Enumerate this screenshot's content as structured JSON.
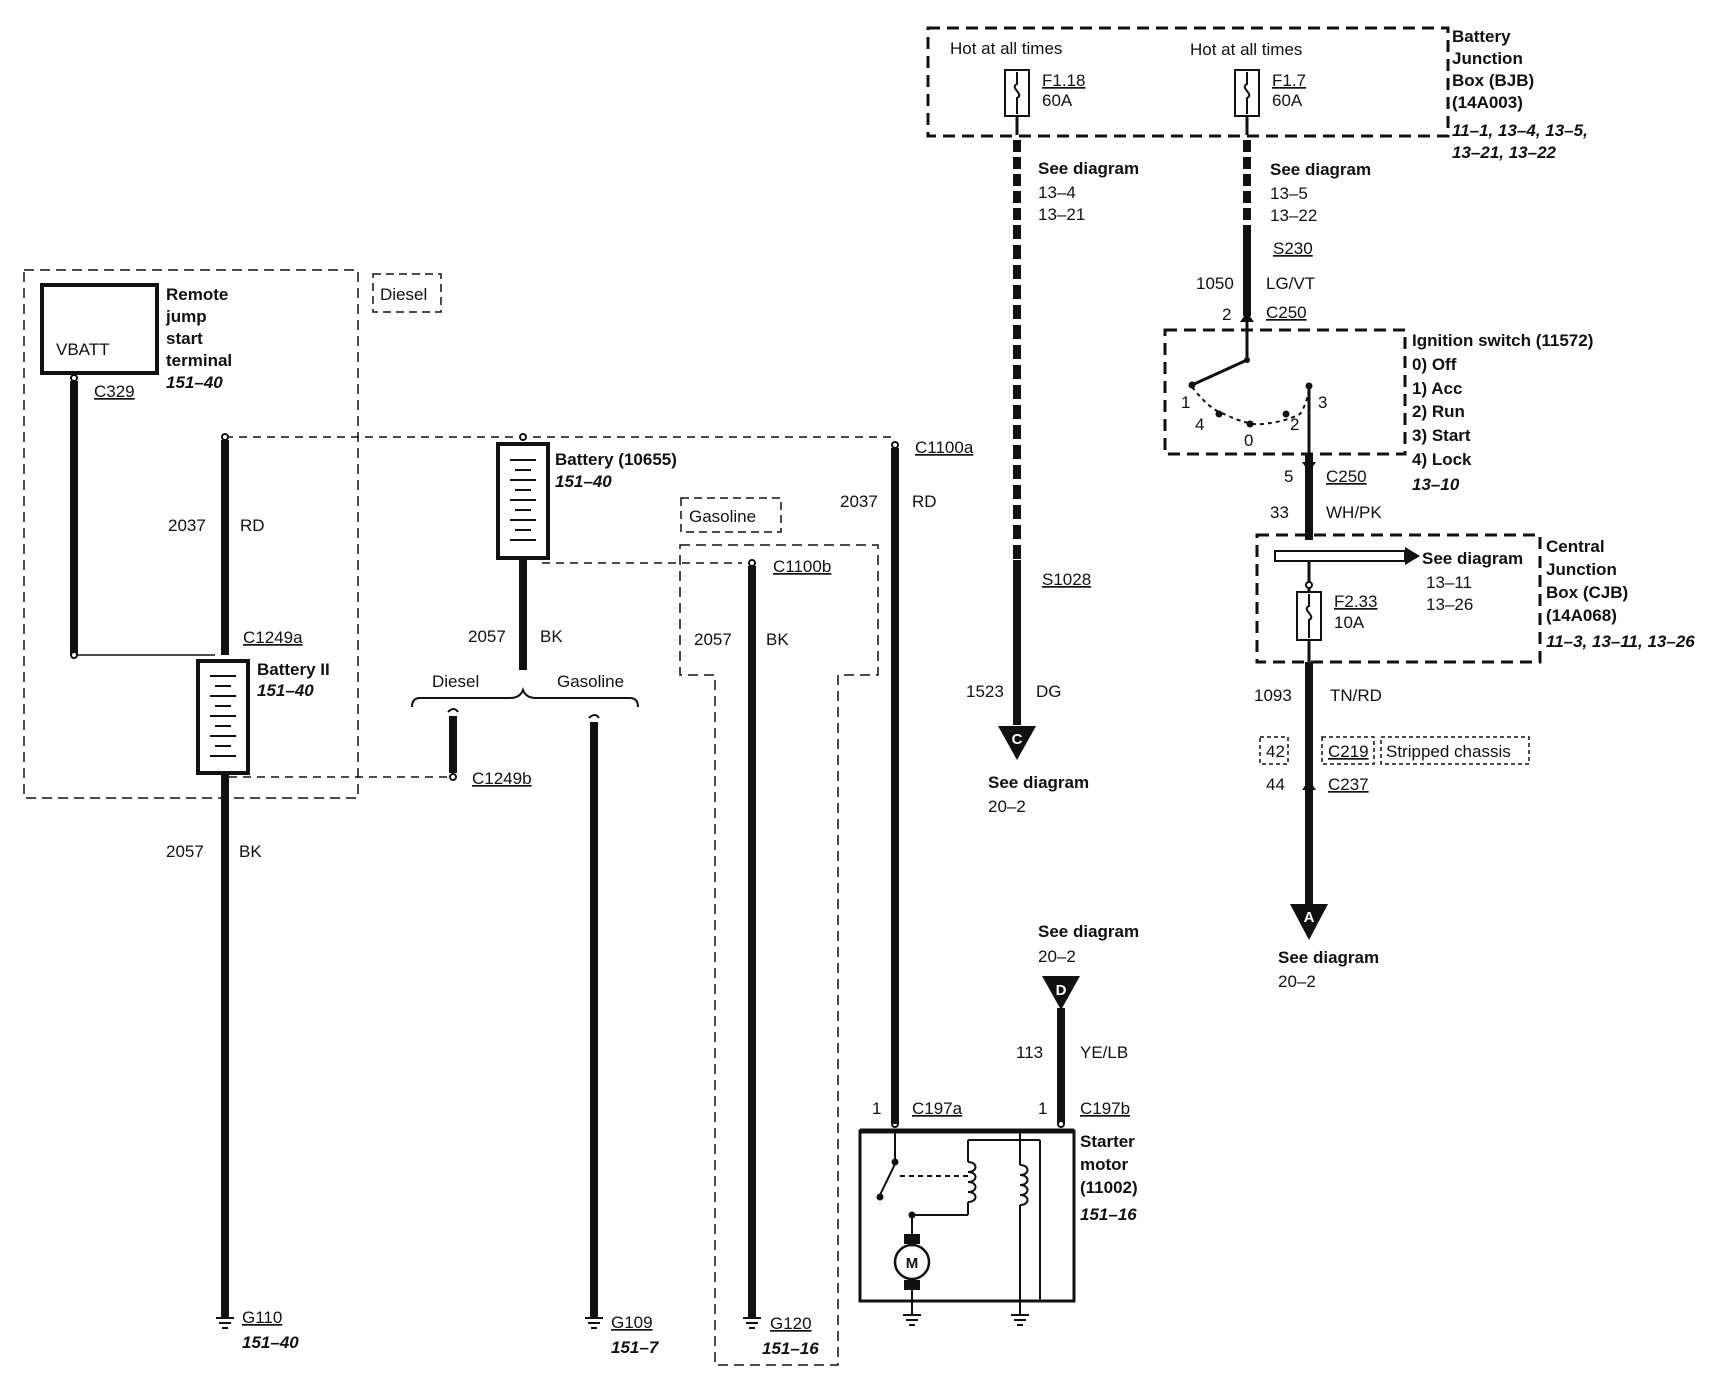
{
  "bjb": {
    "hot1": "Hot at all times",
    "fuse1": "F1.18",
    "amp1": "60A",
    "hot2": "Hot at all times",
    "fuse2": "F1.7",
    "amp2": "60A",
    "title": [
      "Battery",
      "Junction",
      "Box (BJB)",
      "(14A003)"
    ],
    "refs": [
      "11–1, 13–4, 13–5,",
      "13–21, 13–22"
    ]
  },
  "left_see": {
    "title": "See diagram",
    "refs": [
      "13–4",
      "13–21"
    ]
  },
  "right_see": {
    "title": "See diagram",
    "refs": [
      "13–5",
      "13–22"
    ]
  },
  "splice_s230": "S230",
  "splice_s1028": "S1028",
  "circuit_1050": "1050",
  "color_1050": "LG/VT",
  "pin_2": "2",
  "conn_c250_top": "C250",
  "ignition": {
    "title": "Ignition switch (11572)",
    "positions": [
      "0) Off",
      "1) Acc",
      "2) Run",
      "3) Start",
      "4) Lock"
    ],
    "ref": "13–10",
    "contacts": [
      "1",
      "4",
      "0",
      "2",
      "3"
    ]
  },
  "pin_5": "5",
  "conn_c250_bot": "C250",
  "circuit_33": "33",
  "color_33": "WH/PK",
  "cjb": {
    "see": "See diagram",
    "see_refs": [
      "13–11",
      "13–26"
    ],
    "fuse": "F2.33",
    "amp": "10A",
    "title": [
      "Central",
      "Junction",
      "Box (CJB)",
      "(14A068)"
    ],
    "refs": "11–3, 13–11, 13–26"
  },
  "circuit_1093": "1093",
  "color_1093": "TN/RD",
  "pin_42": "42",
  "conn_c219": "C219",
  "stripped": "Stripped chassis",
  "pin_44": "44",
  "conn_c237": "C237",
  "conn_a": {
    "letter": "A",
    "see": "See diagram",
    "ref": "20–2"
  },
  "circuit_1523": "1523",
  "color_1523": "DG",
  "conn_c": {
    "letter": "C",
    "see": "See diagram",
    "ref": "20–2"
  },
  "conn_d": {
    "letter": "D",
    "see": "See diagram",
    "ref": "20–2"
  },
  "circuit_113": "113",
  "color_113": "YE/LB",
  "starter": {
    "pin_a": "1",
    "conn_a": "C197a",
    "pin_b": "1",
    "conn_b": "C197b",
    "title": [
      "Starter",
      "motor",
      "(11002)"
    ],
    "ref": "151–16",
    "motor": "M"
  },
  "remote": {
    "box": "VBATT",
    "title": [
      "Remote",
      "jump",
      "start",
      "terminal"
    ],
    "ref": "151–40",
    "conn": "C329"
  },
  "diesel_tag": "Diesel",
  "gasoline_tag": "Gasoline",
  "battery_main": {
    "title": "Battery (10655)",
    "ref": "151–40"
  },
  "battery_ii": {
    "title": "Battery II",
    "ref": "151–40"
  },
  "circuit_2037_a": "2037",
  "color_2037_a": "RD",
  "conn_c1249a": "C1249a",
  "circuit_2057_a": "2057",
  "color_2057_a": "BK",
  "conn_c1249b": "C1249b",
  "circuit_2057_b": "2057",
  "color_2057_b": "BK",
  "brace_diesel": "Diesel",
  "brace_gasoline": "Gasoline",
  "conn_c1100a": "C1100a",
  "circuit_2037_b": "2037",
  "color_2037_b": "RD",
  "conn_c1100b": "C1100b",
  "circuit_2057_c": "2057",
  "color_2057_c": "BK",
  "g110": {
    "name": "G110",
    "ref": "151–40"
  },
  "g109": {
    "name": "G109",
    "ref": "151–7"
  },
  "g120": {
    "name": "G120",
    "ref": "151–16"
  }
}
